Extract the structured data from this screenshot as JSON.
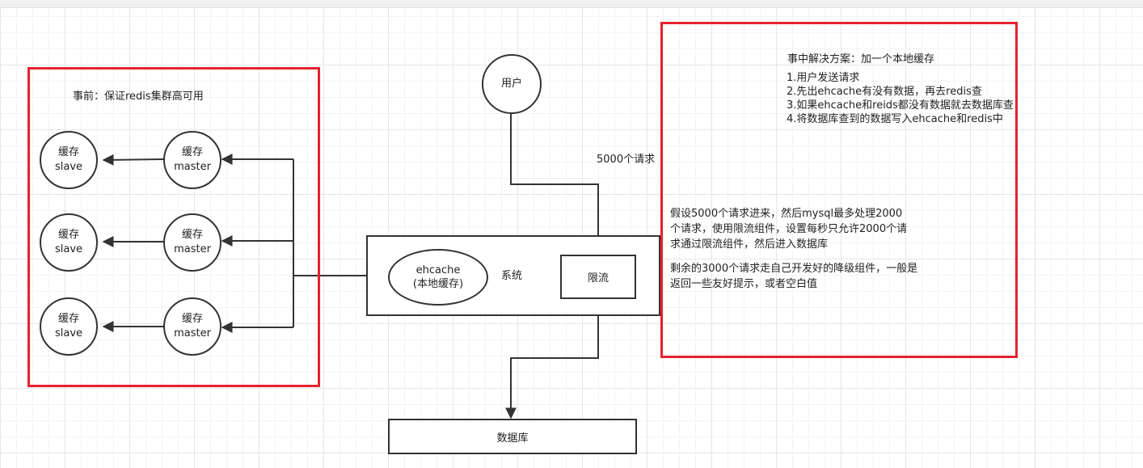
{
  "pre": {
    "title": "事前：保证redis集群高可用",
    "rows": [
      {
        "slave": [
          "缓存",
          "slave"
        ],
        "master": [
          "缓存",
          "master"
        ]
      },
      {
        "slave": [
          "缓存",
          "slave"
        ],
        "master": [
          "缓存",
          "master"
        ]
      },
      {
        "slave": [
          "缓存",
          "slave"
        ],
        "master": [
          "缓存",
          "master"
        ]
      }
    ]
  },
  "user": {
    "label": "用户"
  },
  "request_label": "5000个请求",
  "system": {
    "label": "系统",
    "ehcache": [
      "ehcache",
      "(本地缓存)"
    ],
    "limiter": "限流"
  },
  "database": {
    "label": "数据库"
  },
  "during": {
    "title": "事中解决方案：加一个本地缓存",
    "steps": [
      "1.用户发送请求",
      "2.先出ehcache有没有数据，再去redis查",
      "3.如果ehcache和reids都没有数据就去数据库查",
      "4.将数据库查到的数据写入ehcache和redis中"
    ],
    "para1": "假设5000个请求进来，然后mysql最多处理2000个请求，使用限流组件，设置每秒只允许2000个请求通过限流组件，然后进入数据库",
    "para2": "剩余的3000个请求走自己开发好的降级组件，一般是返回一些友好提示，或者空白值"
  },
  "colors": {
    "highlight": "#e5222f",
    "stroke": "#333333"
  }
}
